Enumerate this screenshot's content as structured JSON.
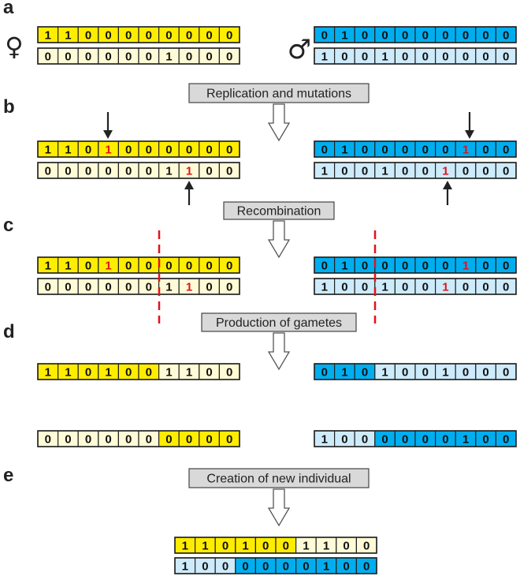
{
  "colors": {
    "yellow": "#ffed00",
    "pale_yellow": "#fffbd6",
    "blue": "#00aeef",
    "pale_blue": "#cdebfb",
    "mutation_red": "#e3121b",
    "cut_line_red": "#e3121b",
    "step_box": "#d9d9d9"
  },
  "symbols": {
    "female": "♀",
    "male": "♂"
  },
  "panels": [
    {
      "id": "a",
      "label": "a"
    },
    {
      "id": "b",
      "label": "b"
    },
    {
      "id": "c",
      "label": "c"
    },
    {
      "id": "d",
      "label": "d"
    },
    {
      "id": "e",
      "label": "e"
    }
  ],
  "steps": [
    {
      "id": "replication",
      "label": "Replication and mutations"
    },
    {
      "id": "recombination",
      "label": "Recombination"
    },
    {
      "id": "gametes",
      "label": "Production of gametes"
    },
    {
      "id": "new_individual",
      "label": "Creation of new individual"
    }
  ],
  "strands": [
    {
      "id": "a-female-top",
      "values": [
        "1",
        "1",
        "0",
        "0",
        "0",
        "0",
        "0",
        "0",
        "0",
        "0"
      ],
      "colors": "YYYYYYYYYY",
      "red": []
    },
    {
      "id": "a-female-bottom",
      "values": [
        "0",
        "0",
        "0",
        "0",
        "0",
        "0",
        "1",
        "0",
        "0",
        "0"
      ],
      "colors": "yyyyyyyyyy",
      "red": []
    },
    {
      "id": "a-male-top",
      "values": [
        "0",
        "1",
        "0",
        "0",
        "0",
        "0",
        "0",
        "0",
        "0",
        "0"
      ],
      "colors": "BBBBBBBBBB",
      "red": []
    },
    {
      "id": "a-male-bottom",
      "values": [
        "1",
        "0",
        "0",
        "1",
        "0",
        "0",
        "0",
        "0",
        "0",
        "0"
      ],
      "colors": "bbbbbbbbbb",
      "red": []
    },
    {
      "id": "b-female-top",
      "values": [
        "1",
        "1",
        "0",
        "1",
        "0",
        "0",
        "0",
        "0",
        "0",
        "0"
      ],
      "colors": "YYYYYYYYYY",
      "red": [
        3
      ]
    },
    {
      "id": "b-female-bottom",
      "values": [
        "0",
        "0",
        "0",
        "0",
        "0",
        "0",
        "1",
        "1",
        "0",
        "0"
      ],
      "colors": "yyyyyyyyyy",
      "red": [
        7
      ]
    },
    {
      "id": "b-male-top",
      "values": [
        "0",
        "1",
        "0",
        "0",
        "0",
        "0",
        "0",
        "1",
        "0",
        "0"
      ],
      "colors": "BBBBBBBBBB",
      "red": [
        7
      ]
    },
    {
      "id": "b-male-bottom",
      "values": [
        "1",
        "0",
        "0",
        "1",
        "0",
        "0",
        "1",
        "0",
        "0",
        "0"
      ],
      "colors": "bbbbbbbbbb",
      "red": [
        6
      ]
    },
    {
      "id": "c-female-top",
      "values": [
        "1",
        "1",
        "0",
        "1",
        "0",
        "0",
        "0",
        "0",
        "0",
        "0"
      ],
      "colors": "YYYYYYYYYY",
      "red": [
        3
      ]
    },
    {
      "id": "c-female-bottom",
      "values": [
        "0",
        "0",
        "0",
        "0",
        "0",
        "0",
        "1",
        "1",
        "0",
        "0"
      ],
      "colors": "yyyyyyyyyy",
      "red": [
        7
      ]
    },
    {
      "id": "c-male-top",
      "values": [
        "0",
        "1",
        "0",
        "0",
        "0",
        "0",
        "0",
        "1",
        "0",
        "0"
      ],
      "colors": "BBBBBBBBBB",
      "red": [
        7
      ]
    },
    {
      "id": "c-male-bottom",
      "values": [
        "1",
        "0",
        "0",
        "1",
        "0",
        "0",
        "1",
        "0",
        "0",
        "0"
      ],
      "colors": "bbbbbbbbbb",
      "red": [
        6
      ]
    },
    {
      "id": "d-female-gamete-1",
      "values": [
        "1",
        "1",
        "0",
        "1",
        "0",
        "0",
        "1",
        "1",
        "0",
        "0"
      ],
      "colors": "YYYYYYyyyy",
      "red": []
    },
    {
      "id": "d-male-gamete-1",
      "values": [
        "0",
        "1",
        "0",
        "1",
        "0",
        "0",
        "1",
        "0",
        "0",
        "0"
      ],
      "colors": "BBBbbbbbbb",
      "red": []
    },
    {
      "id": "d-female-gamete-2",
      "values": [
        "0",
        "0",
        "0",
        "0",
        "0",
        "0",
        "0",
        "0",
        "0",
        "0"
      ],
      "colors": "yyyyyyYYYY",
      "red": []
    },
    {
      "id": "d-male-gamete-2",
      "values": [
        "1",
        "0",
        "0",
        "0",
        "0",
        "0",
        "0",
        "1",
        "0",
        "0"
      ],
      "colors": "bbbBBBBBBB",
      "red": []
    },
    {
      "id": "e-offspring-top",
      "values": [
        "1",
        "1",
        "0",
        "1",
        "0",
        "0",
        "1",
        "1",
        "0",
        "0"
      ],
      "colors": "YYYYYYyyyy",
      "red": []
    },
    {
      "id": "e-offspring-bottom",
      "values": [
        "1",
        "0",
        "0",
        "0",
        "0",
        "0",
        "0",
        "1",
        "0",
        "0"
      ],
      "colors": "bbbBBBBBBB",
      "red": []
    }
  ]
}
